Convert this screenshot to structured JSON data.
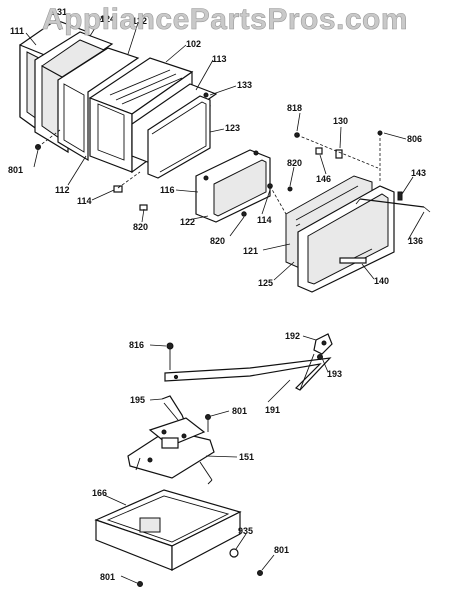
{
  "watermark": "AppliancePartsPros.com",
  "labels": {
    "l111": "111",
    "l131": "131",
    "l124": "124",
    "l132": "132",
    "l102": "102",
    "l113": "113",
    "l133": "133",
    "l818": "818",
    "l130": "130",
    "l806": "806",
    "l123": "123",
    "l801a": "801",
    "l112": "112",
    "l116": "116",
    "l820a": "820",
    "l146": "146",
    "l143": "143",
    "l114a": "114",
    "l820b": "820",
    "l122": "122",
    "l114b": "114",
    "l820c": "820",
    "l121": "121",
    "l136": "136",
    "l125": "125",
    "l140": "140",
    "l192": "192",
    "l816": "816",
    "l193": "193",
    "l191": "191",
    "l195": "195",
    "l801b": "801",
    "l151": "151",
    "l166": "166",
    "l935": "935",
    "l801c": "801",
    "l801d": "801"
  }
}
